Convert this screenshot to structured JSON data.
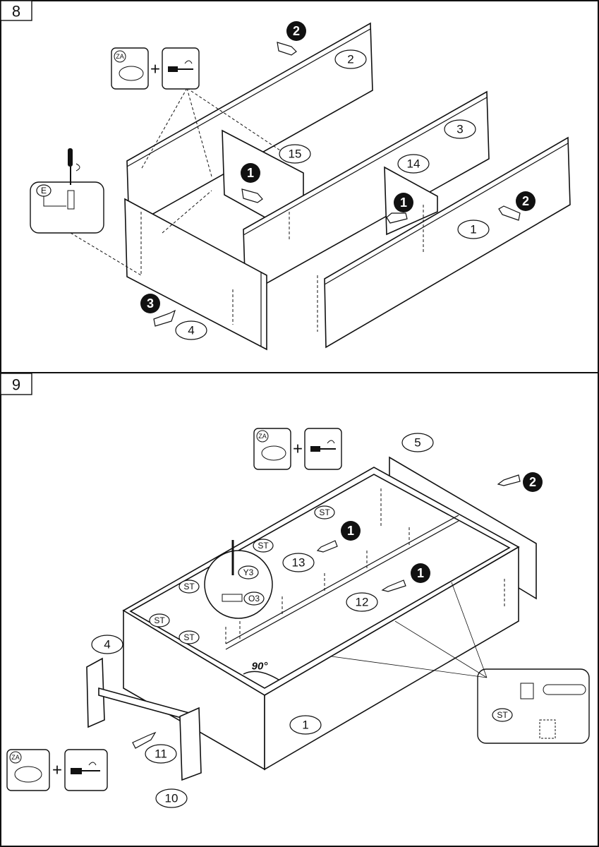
{
  "step8": {
    "number": "8",
    "tools": {
      "fitting": "ZA",
      "plus": "+"
    },
    "detail_label": "E",
    "parts": {
      "p2": "2",
      "p3": "3",
      "p15": "15",
      "p14": "14",
      "p1": "1",
      "p4": "4"
    },
    "markers": {
      "m2a": "2",
      "m1a": "1",
      "m1b": "1",
      "m2b": "2",
      "m3": "3"
    }
  },
  "step9": {
    "number": "9",
    "tools_top": {
      "fitting": "ZA",
      "plus": "+"
    },
    "tools_bottom": {
      "fitting": "ZA",
      "plus": "+"
    },
    "parts": {
      "p5": "5",
      "p13": "13",
      "p12": "12",
      "p4": "4",
      "p1": "1",
      "p11": "11",
      "p10": "10"
    },
    "hardware": {
      "st": "ST",
      "y3": "Y3",
      "o3": "O3"
    },
    "angle": "90°",
    "markers": {
      "m2": "2",
      "m1a": "1",
      "m1b": "1"
    }
  }
}
